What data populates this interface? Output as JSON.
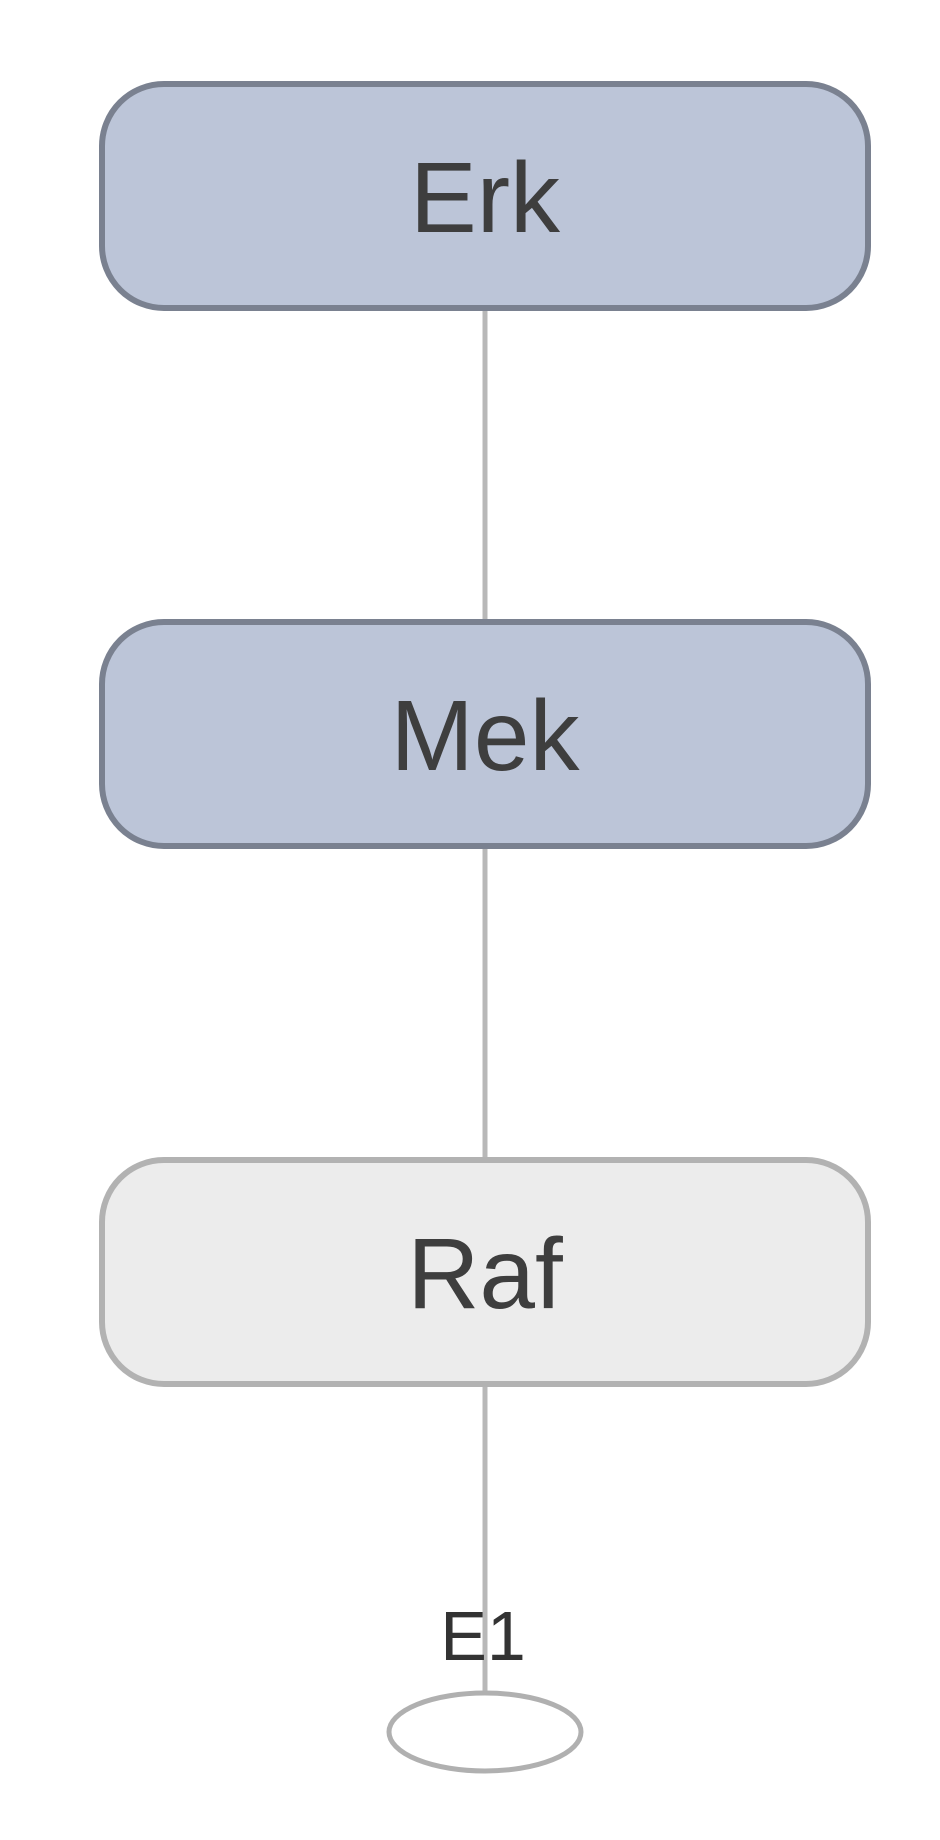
{
  "diagram": {
    "nodes": [
      {
        "id": "erk",
        "label": "Erk",
        "state": "active"
      },
      {
        "id": "mek",
        "label": "Mek",
        "state": "active"
      },
      {
        "id": "raf",
        "label": "Raf",
        "state": "inactive"
      }
    ],
    "edges": [
      {
        "from": "mek",
        "to": "erk"
      },
      {
        "from": "raf",
        "to": "mek"
      },
      {
        "from": "e1",
        "to": "raf"
      }
    ],
    "input": {
      "id": "e1",
      "label": "E1",
      "shape": "ellipse"
    }
  },
  "colors": {
    "active_fill": "#bcc5d8",
    "active_stroke": "#7a8190",
    "inactive_fill": "#ececec",
    "inactive_stroke": "#b2b2b2",
    "edge": "#b8b8b8",
    "ellipse_stroke": "#b0b0b0"
  }
}
